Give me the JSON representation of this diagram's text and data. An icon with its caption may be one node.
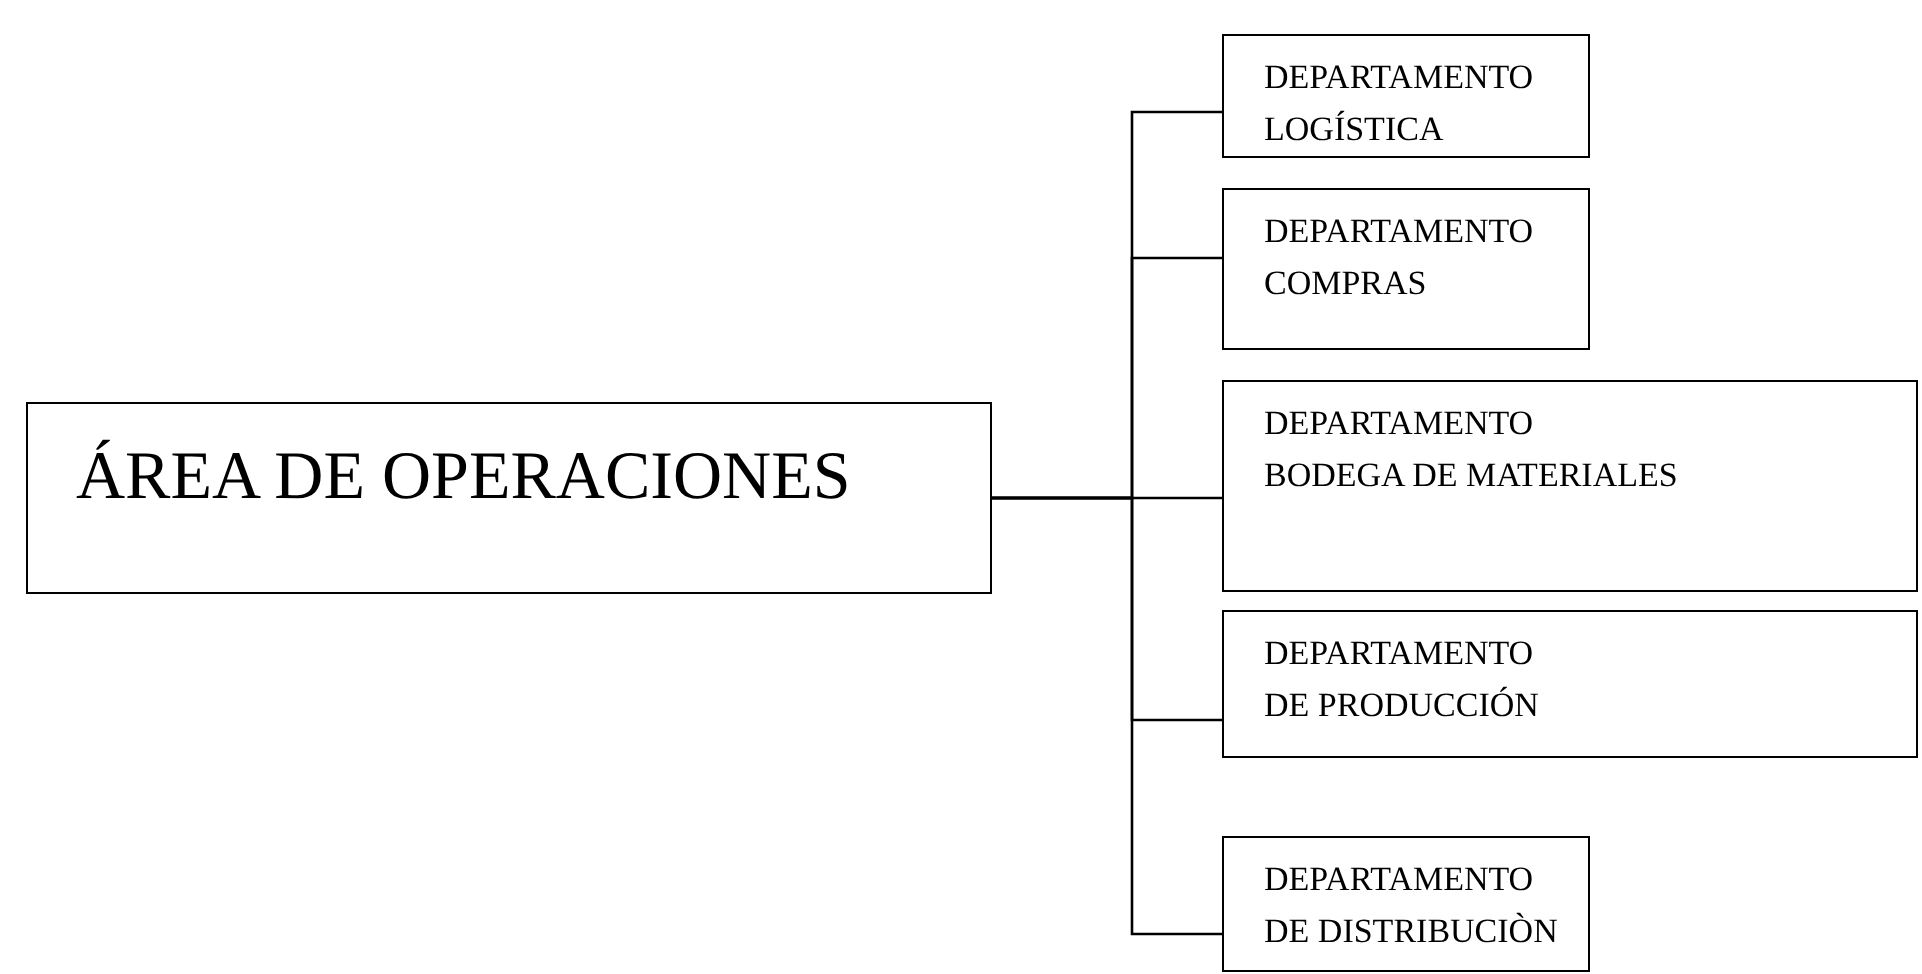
{
  "diagram": {
    "nodes": [
      {
        "text": [
          "ÁREA DE OPERACIONES"
        ]
      },
      {
        "text": [
          "DEPARTAMENTO LOGÍSTICA"
        ]
      },
      {
        "text": [
          "DEPARTAMENTO COMPRAS"
        ]
      },
      {
        "text": [
          "DEPARTAMENTO BODEGA DE MATERIALES"
        ]
      },
      {
        "text": [
          "DEPARTAMENTO DE PRODUCCIÓN"
        ]
      },
      {
        "text": [
          "DEPARTAMENTO DE DISTRIBUCIÒN"
        ]
      }
    ],
    "edges": [
      {
        "from": 0,
        "to": 1,
        "arrow": "none"
      },
      {
        "from": 0,
        "to": 2,
        "arrow": "none"
      },
      {
        "from": 0,
        "to": 3,
        "arrow": "none"
      },
      {
        "from": 0,
        "to": 4,
        "arrow": "none"
      },
      {
        "from": 0,
        "to": 5,
        "arrow": "none"
      }
    ]
  }
}
